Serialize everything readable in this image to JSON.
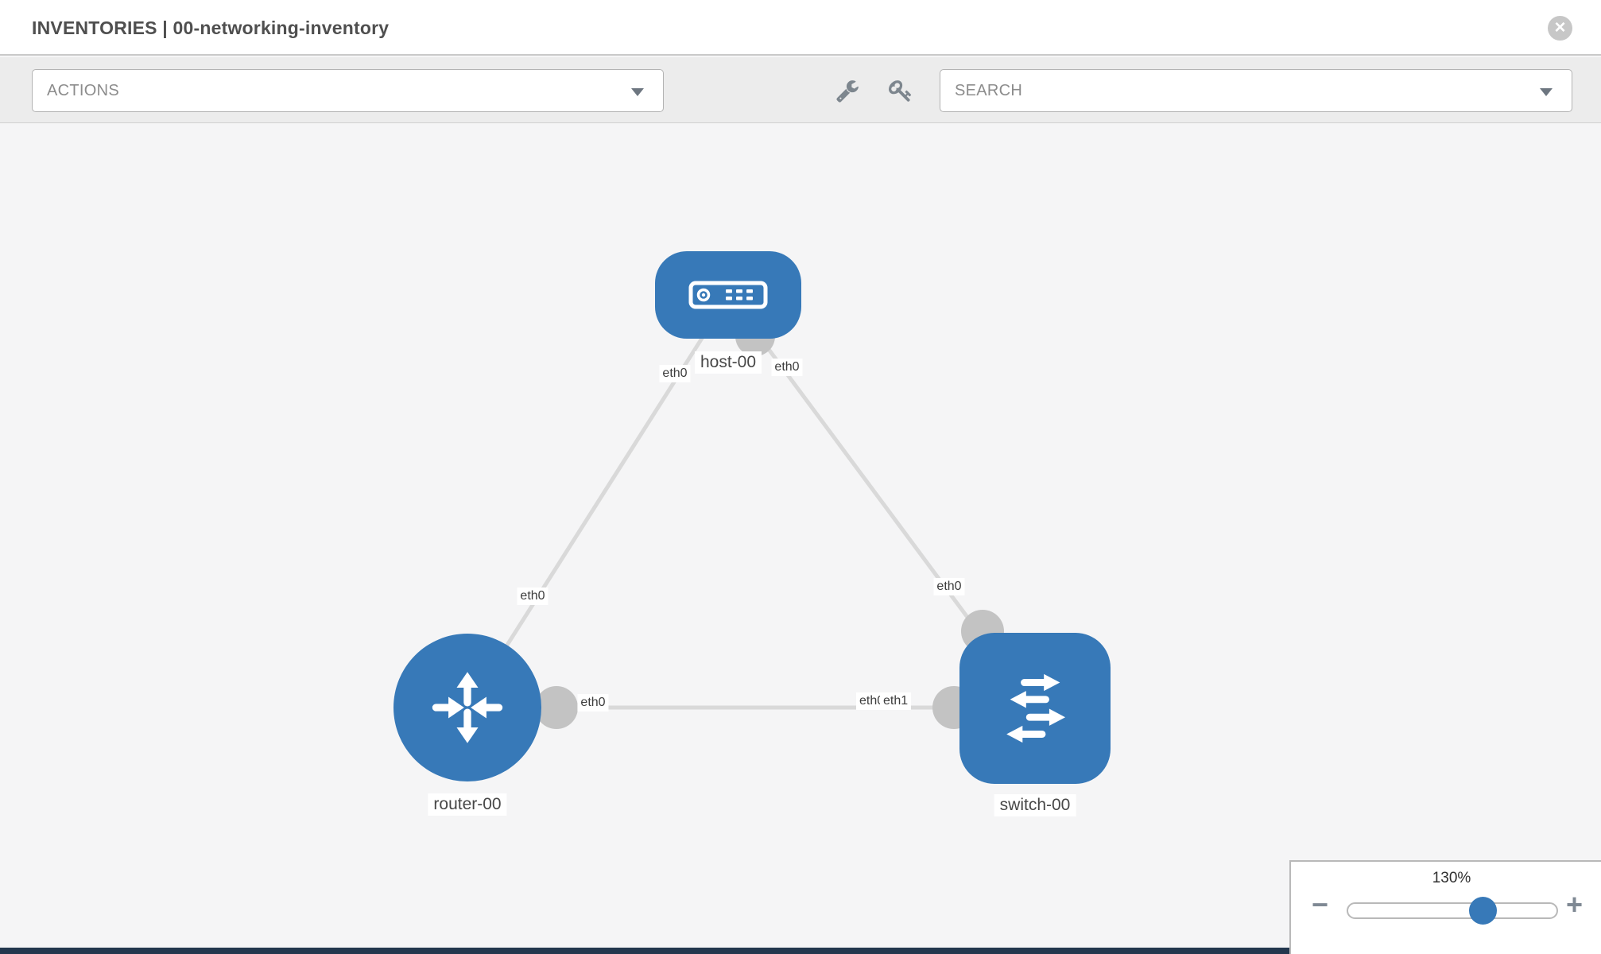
{
  "header": {
    "title": "INVENTORIES | 00-networking-inventory",
    "close_icon": "×"
  },
  "toolbar": {
    "actions_label": "ACTIONS",
    "search_placeholder": "SEARCH",
    "icons": [
      "wrench-icon",
      "key-icon"
    ]
  },
  "canvas": {
    "nodes": [
      {
        "id": "host-00",
        "type": "host",
        "label": "host-00"
      },
      {
        "id": "router-00",
        "type": "router",
        "label": "router-00"
      },
      {
        "id": "switch-00",
        "type": "switch",
        "label": "switch-00"
      }
    ],
    "links": [
      {
        "source": "host-00",
        "target": "router-00",
        "source_interface": "eth0",
        "target_interface": "eth0"
      },
      {
        "source": "host-00",
        "target": "switch-00",
        "source_interface": "eth0",
        "target_interface": "eth0"
      },
      {
        "source": "router-00",
        "target": "switch-00",
        "source_interface": "eth0",
        "target_interface": "eth1"
      }
    ],
    "overlapped_interface_label": "eth0"
  },
  "zoom_control": {
    "level_label": "130%",
    "minus_label": "−",
    "plus_label": "+"
  },
  "colors": {
    "node_fill": "#3779b8",
    "link_stroke": "#d9d9d9",
    "interface_dot": "#c3c3c3",
    "canvas_bg": "#f5f5f6",
    "toolbar_bg": "#ececec"
  }
}
